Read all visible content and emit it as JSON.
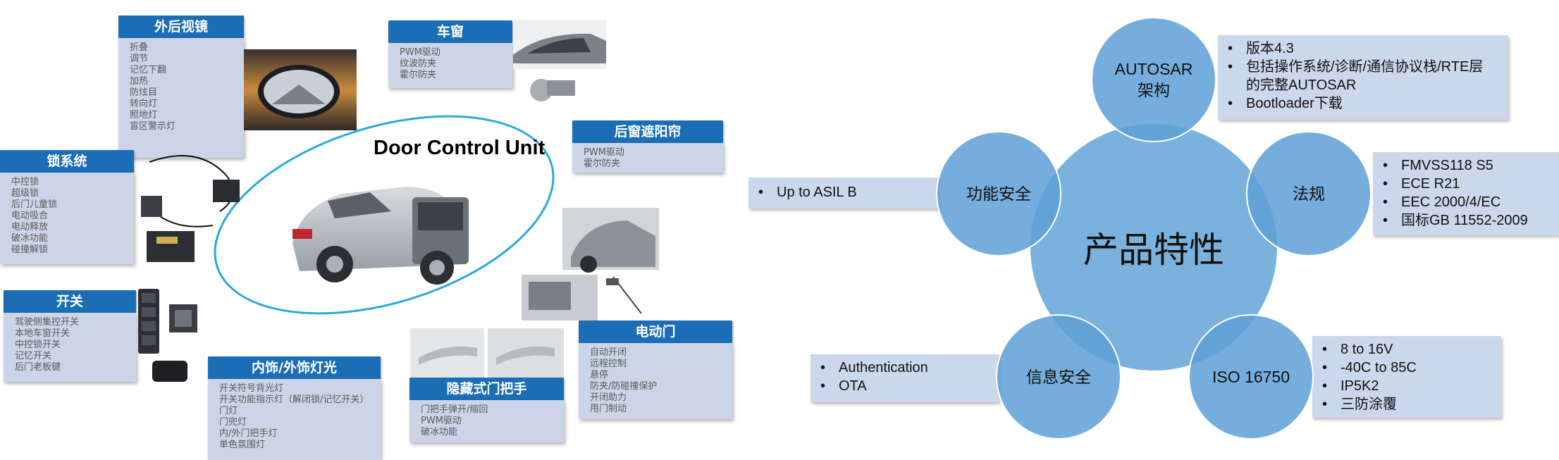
{
  "left": {
    "title": "Door Control Unit",
    "cards": {
      "mirror": {
        "title": "外后视镜",
        "items": [
          "折叠",
          "调节",
          "记忆下翻",
          "加热",
          "防炫目",
          "转向灯",
          "照地灯",
          "盲区警示灯"
        ]
      },
      "window": {
        "title": "车窗",
        "items": [
          "PWM驱动",
          "纹波防夹",
          "霍尔防夹"
        ]
      },
      "shade": {
        "title": "后窗遮阳帘",
        "items": [
          "PWM驱动",
          "霍尔防夹"
        ]
      },
      "lock": {
        "title": "锁系统",
        "items": [
          "中控锁",
          "超级锁",
          "后门儿童锁",
          "电动吸合",
          "电动释放",
          "破冰功能",
          "碰撞解锁"
        ]
      },
      "switch": {
        "title": "开关",
        "items": [
          "驾驶侧集控开关",
          "本地车窗开关",
          "中控锁开关",
          "记忆开关",
          "后门老板键"
        ]
      },
      "light": {
        "title": "内饰/外饰灯光",
        "items": [
          "开关符号背光灯",
          "开关功能指示灯（解闭锁/记忆开关）",
          "门灯",
          "门兜灯",
          "内/外门把手灯",
          "单色氛围灯"
        ]
      },
      "handle": {
        "title": "隐藏式门把手",
        "items": [
          "门把手弹开/缩回",
          "PWM驱动",
          "破冰功能"
        ]
      },
      "powerdoor": {
        "title": "电动门",
        "items": [
          "自动开闭",
          "远程控制",
          "悬停",
          "防夹/防碰撞保护",
          "开闭助力",
          "甩门制动"
        ]
      }
    }
  },
  "right": {
    "center": "产品特性",
    "circles": {
      "autosar": "AUTOSAR\n架构",
      "regulation": "法规",
      "iso": "ISO 16750",
      "security": "信息安全",
      "safety": "功能安全"
    },
    "notes": {
      "autosar": [
        "版本4.3",
        "包括操作系统/诊断/通信协议栈/RTE层的完整AUTOSAR",
        "Bootloader下载"
      ],
      "regulation": [
        "FMVSS118 S5",
        "ECE R21",
        "EEC 2000/4/EC",
        "国标GB 11552-2009"
      ],
      "iso": [
        "8 to 16V",
        "-40C to 85C",
        "IP5K2",
        "三防涂覆"
      ],
      "security": [
        "Authentication",
        "OTA"
      ],
      "safety": [
        "Up to ASIL B"
      ]
    }
  },
  "colors": {
    "card_title": "#1B6DB5",
    "card_body": "#CCD5E8",
    "circle": "#5EA0D6",
    "note": "#CBD7EB",
    "ellipse": "#2AA8E0"
  }
}
